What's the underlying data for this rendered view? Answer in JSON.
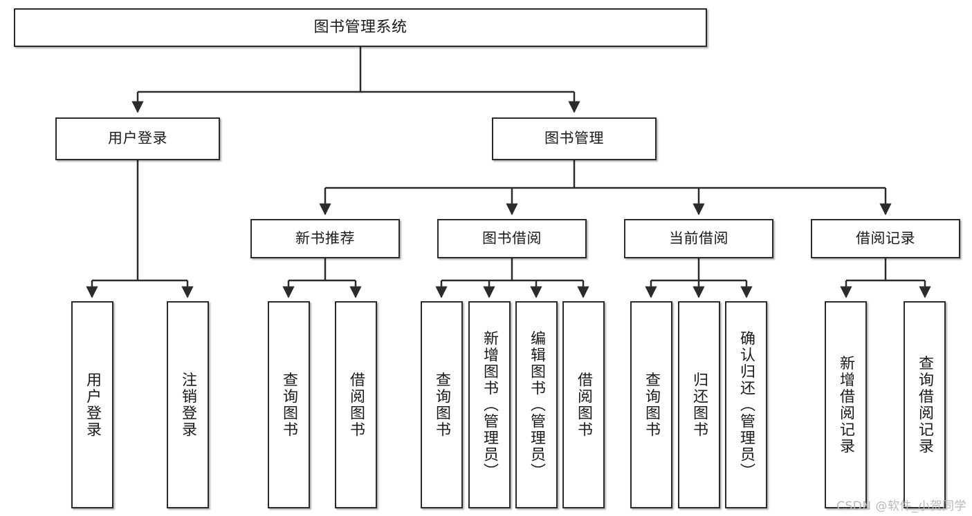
{
  "diagram": {
    "title": "图书管理系统",
    "type": "tree",
    "watermark": "CSDN @软件_小贺同学",
    "colors": {
      "background": "#ffffff",
      "node_border": "#2b2b2b",
      "node_fill": "#ffffff",
      "edge": "#2b2b2b",
      "text": "#1a1a1a",
      "watermark": "#b9b9b9"
    },
    "nodes": {
      "root": {
        "label": "图书管理系统"
      },
      "level2": [
        {
          "label": "用户登录"
        },
        {
          "label": "图书管理"
        }
      ],
      "level3": [
        {
          "label": "新书推荐"
        },
        {
          "label": "图书借阅"
        },
        {
          "label": "当前借阅"
        },
        {
          "label": "借阅记录"
        }
      ],
      "leaves": {
        "user_login": [
          {
            "label": "用户登录"
          },
          {
            "label": "注销登录"
          }
        ],
        "new_book_recommend": [
          {
            "label": "查询图书"
          },
          {
            "label": "借阅图书"
          }
        ],
        "book_borrow": [
          {
            "label": "查询图书"
          },
          {
            "label": "新增图书（管理员）"
          },
          {
            "label": "编辑图书（管理员）"
          },
          {
            "label": "借阅图书"
          }
        ],
        "current_borrow": [
          {
            "label": "查询图书"
          },
          {
            "label": "归还图书"
          },
          {
            "label": "确认归还（管理员）"
          }
        ],
        "borrow_records": [
          {
            "label": "新增借阅记录"
          },
          {
            "label": "查询借阅记录"
          }
        ]
      }
    }
  }
}
